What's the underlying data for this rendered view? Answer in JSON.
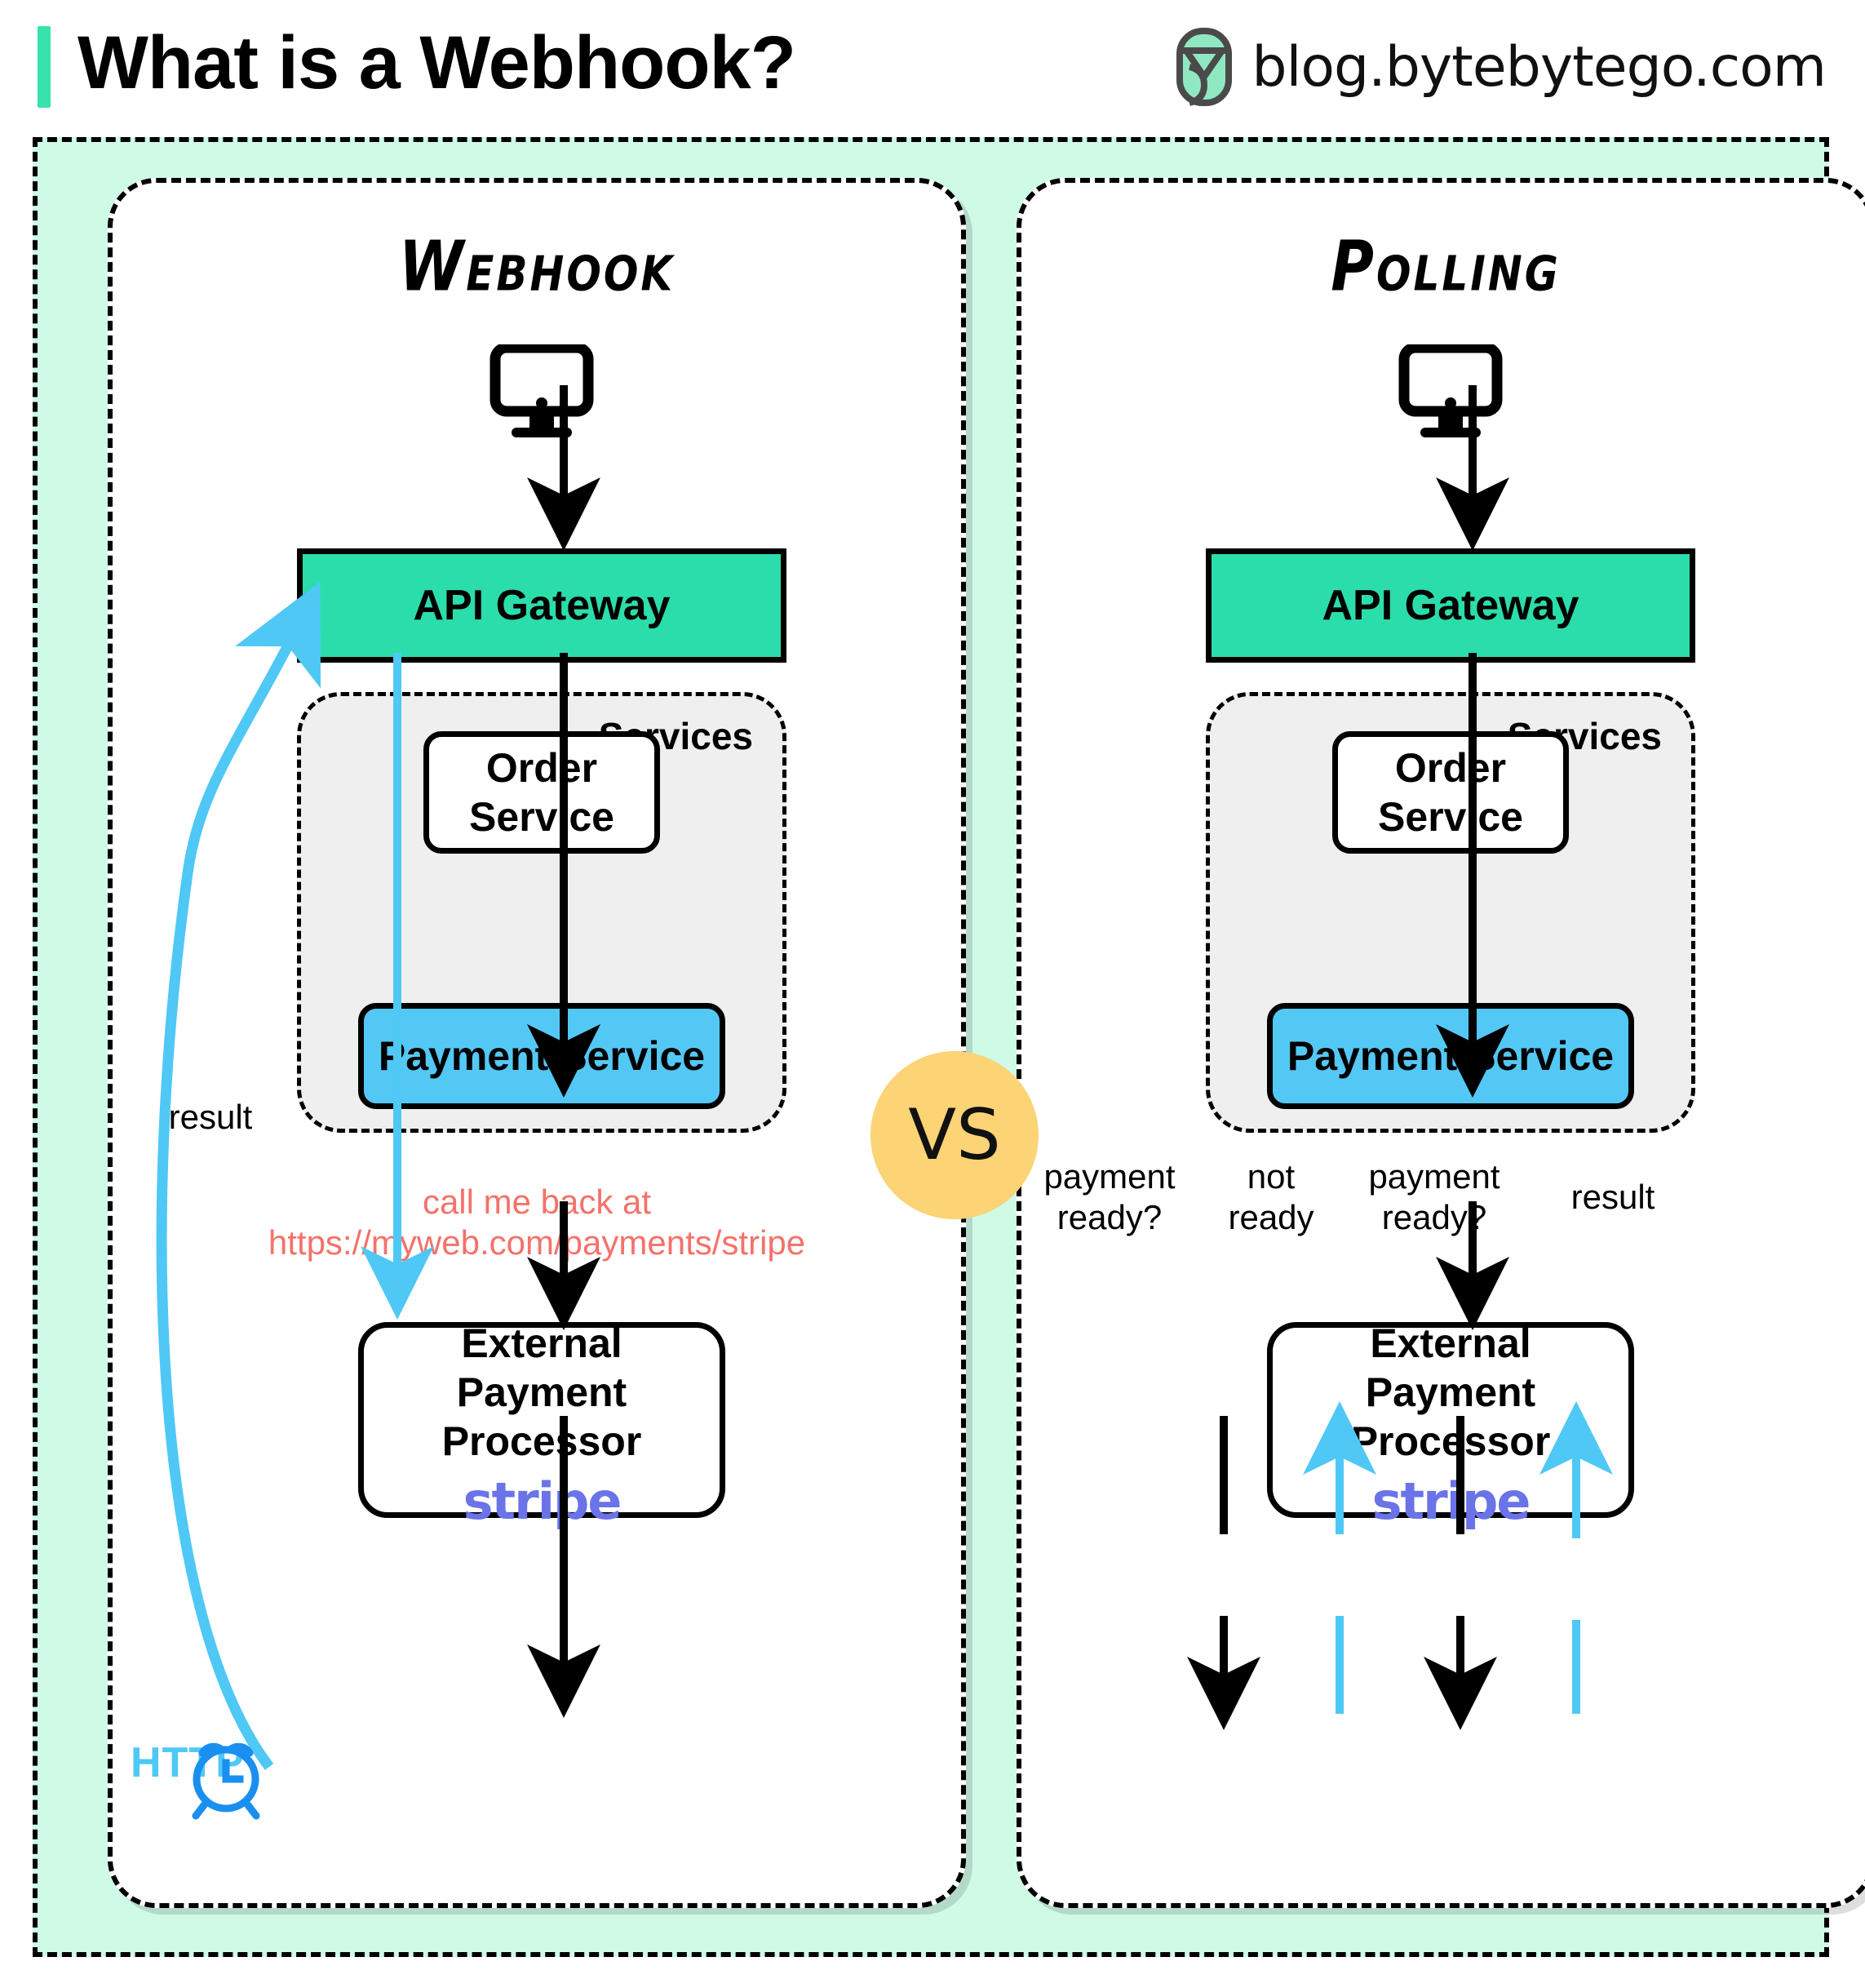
{
  "header": {
    "title": "What is a Webhook?",
    "brand": "blog.bytebytego.com",
    "accent_color": "#37E2AC",
    "logo_icon": "bytebytego-logo-icon"
  },
  "vs_badge": {
    "label": "VS",
    "color": "#FCD375"
  },
  "colors": {
    "frame_bg": "#CFFAE6",
    "gateway": "#2BDDAA",
    "payment_service": "#54C8F4",
    "services_bg": "#EFEFEF",
    "callback_text": "#F4726A",
    "http_blue": "#4FC8F5",
    "arrow_blue": "#4FC8F5",
    "stripe_purple": "#6B73E8"
  },
  "panels": [
    {
      "id": "webhook",
      "title": "Webhook",
      "client_icon": "desktop-monitor-icon",
      "gateway": "API Gateway",
      "services_label": "Services",
      "order_service": "Order\nService",
      "order_service_lines": [
        "Order",
        "Service"
      ],
      "payment_service": "Payment Service",
      "callback_line1": "call me back at",
      "callback_line2": "https://myweb.com/payments/stripe",
      "processor_lines": [
        "External",
        "Payment Processor"
      ],
      "processor_brand": "stripe",
      "http_label": "HTTP",
      "clock_icon": "alarm-clock-icon",
      "result_label": "result"
    },
    {
      "id": "polling",
      "title": "Polling",
      "client_icon": "desktop-monitor-icon",
      "gateway": "API Gateway",
      "services_label": "Services",
      "order_service_lines": [
        "Order",
        "Service"
      ],
      "payment_service": "Payment Service",
      "processor_lines": [
        "External",
        "Payment Processor"
      ],
      "processor_brand": "stripe",
      "poll_labels": [
        {
          "line1": "payment",
          "line2": "ready?",
          "direction": "down",
          "color": "#000000"
        },
        {
          "line1": "not",
          "line2": "ready",
          "direction": "up",
          "color": "#4FC8F5"
        },
        {
          "line1": "payment",
          "line2": "ready?",
          "direction": "down",
          "color": "#000000"
        },
        {
          "line1": "result",
          "line2": "",
          "direction": "up",
          "color": "#4FC8F5"
        }
      ]
    }
  ]
}
